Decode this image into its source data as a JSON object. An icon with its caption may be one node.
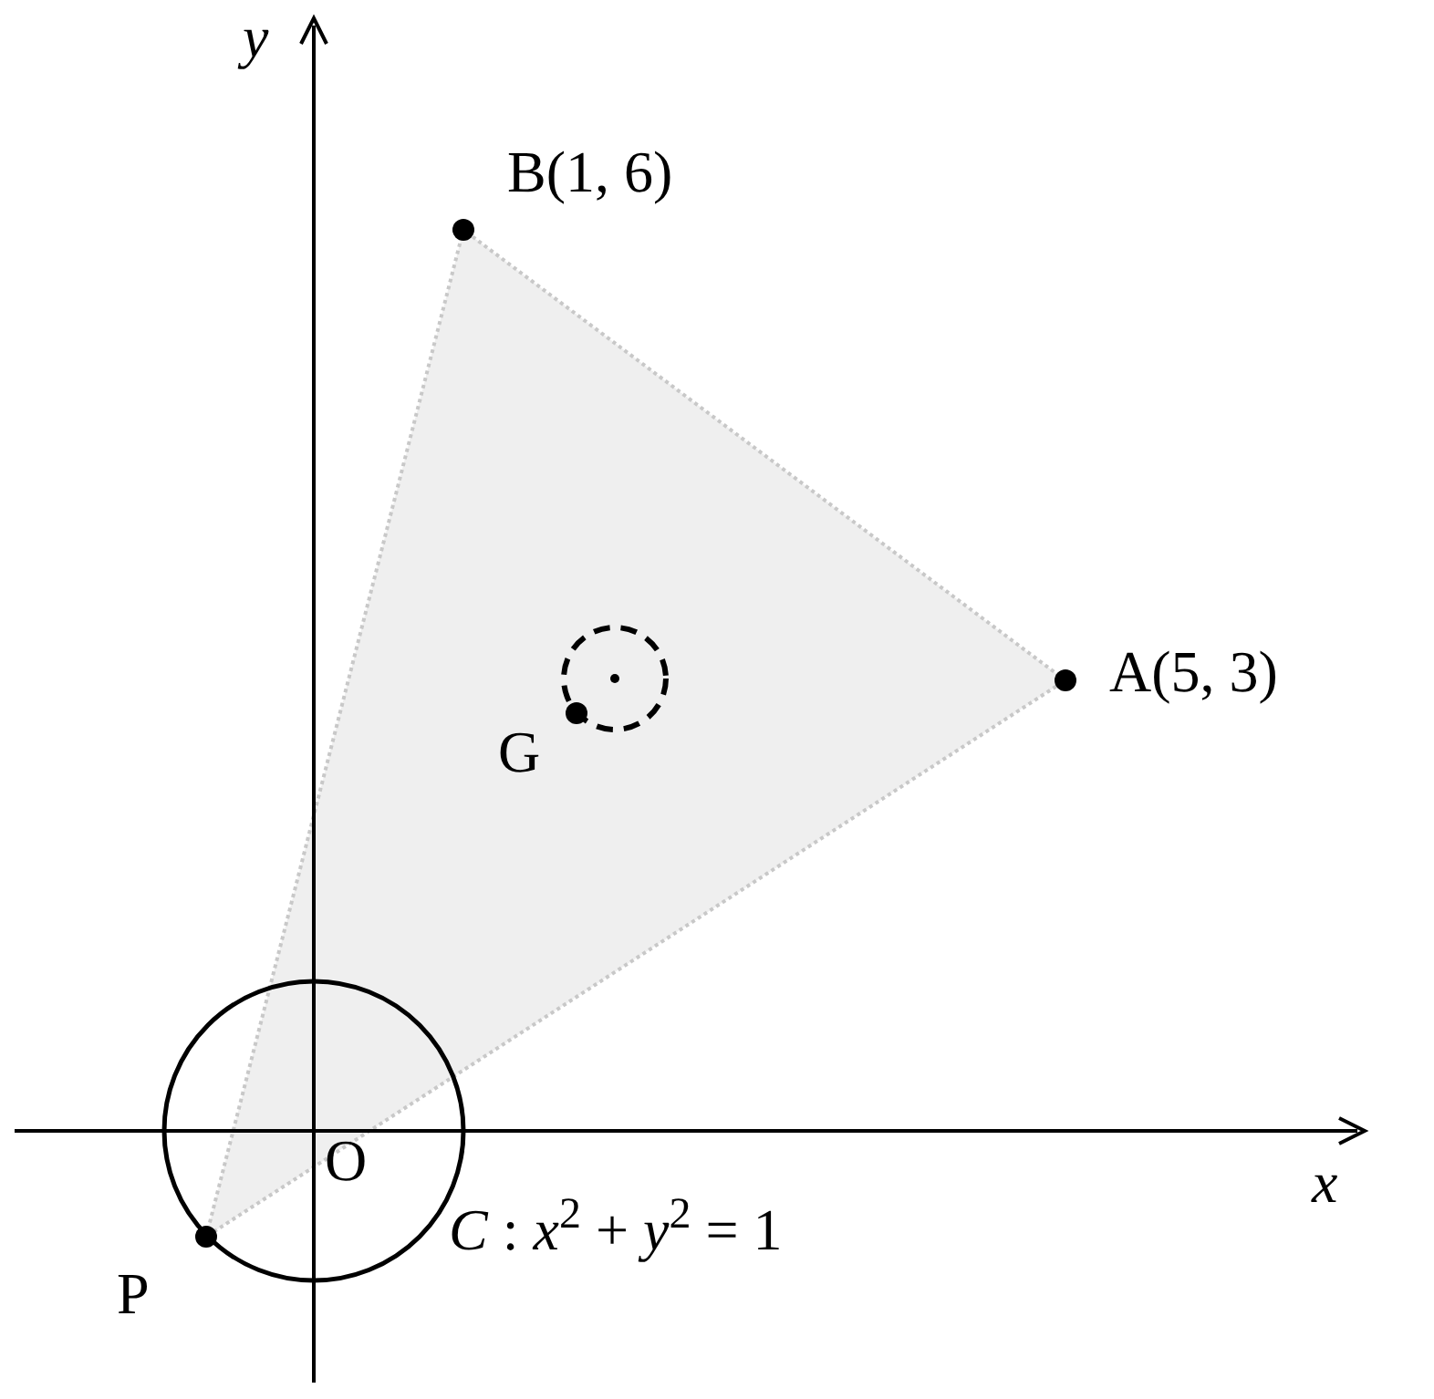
{
  "diagram": {
    "labels": [
      "y",
      "B(1, 6)",
      "A(5, 3)",
      "G",
      "O",
      "x",
      "*C* : *x*$^{2}$ + *y*$^{2}$ = 1",
      "P"
    ]
  }
}
